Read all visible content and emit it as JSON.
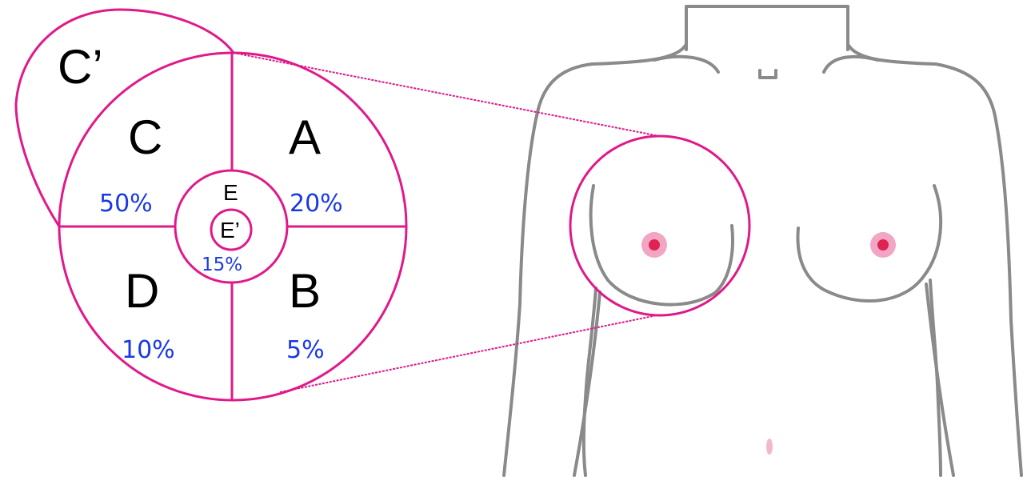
{
  "diagram": {
    "outer_region_label": "C’",
    "quadrants": [
      {
        "label": "A",
        "percent": "20%"
      },
      {
        "label": "B",
        "percent": "5%"
      },
      {
        "label": "C",
        "percent": "50%"
      },
      {
        "label": "D",
        "percent": "10%"
      }
    ],
    "center": {
      "label": "E",
      "inner_label": "E’",
      "percent": "15%"
    }
  },
  "colors": {
    "accent": "#e0198a",
    "percent_text": "#1a39e6",
    "body_outline": "#8a8a8a",
    "nipple_outer": "#f2a6c4",
    "nipple_inner": "#e02252",
    "navel": "#f4b8cc"
  }
}
